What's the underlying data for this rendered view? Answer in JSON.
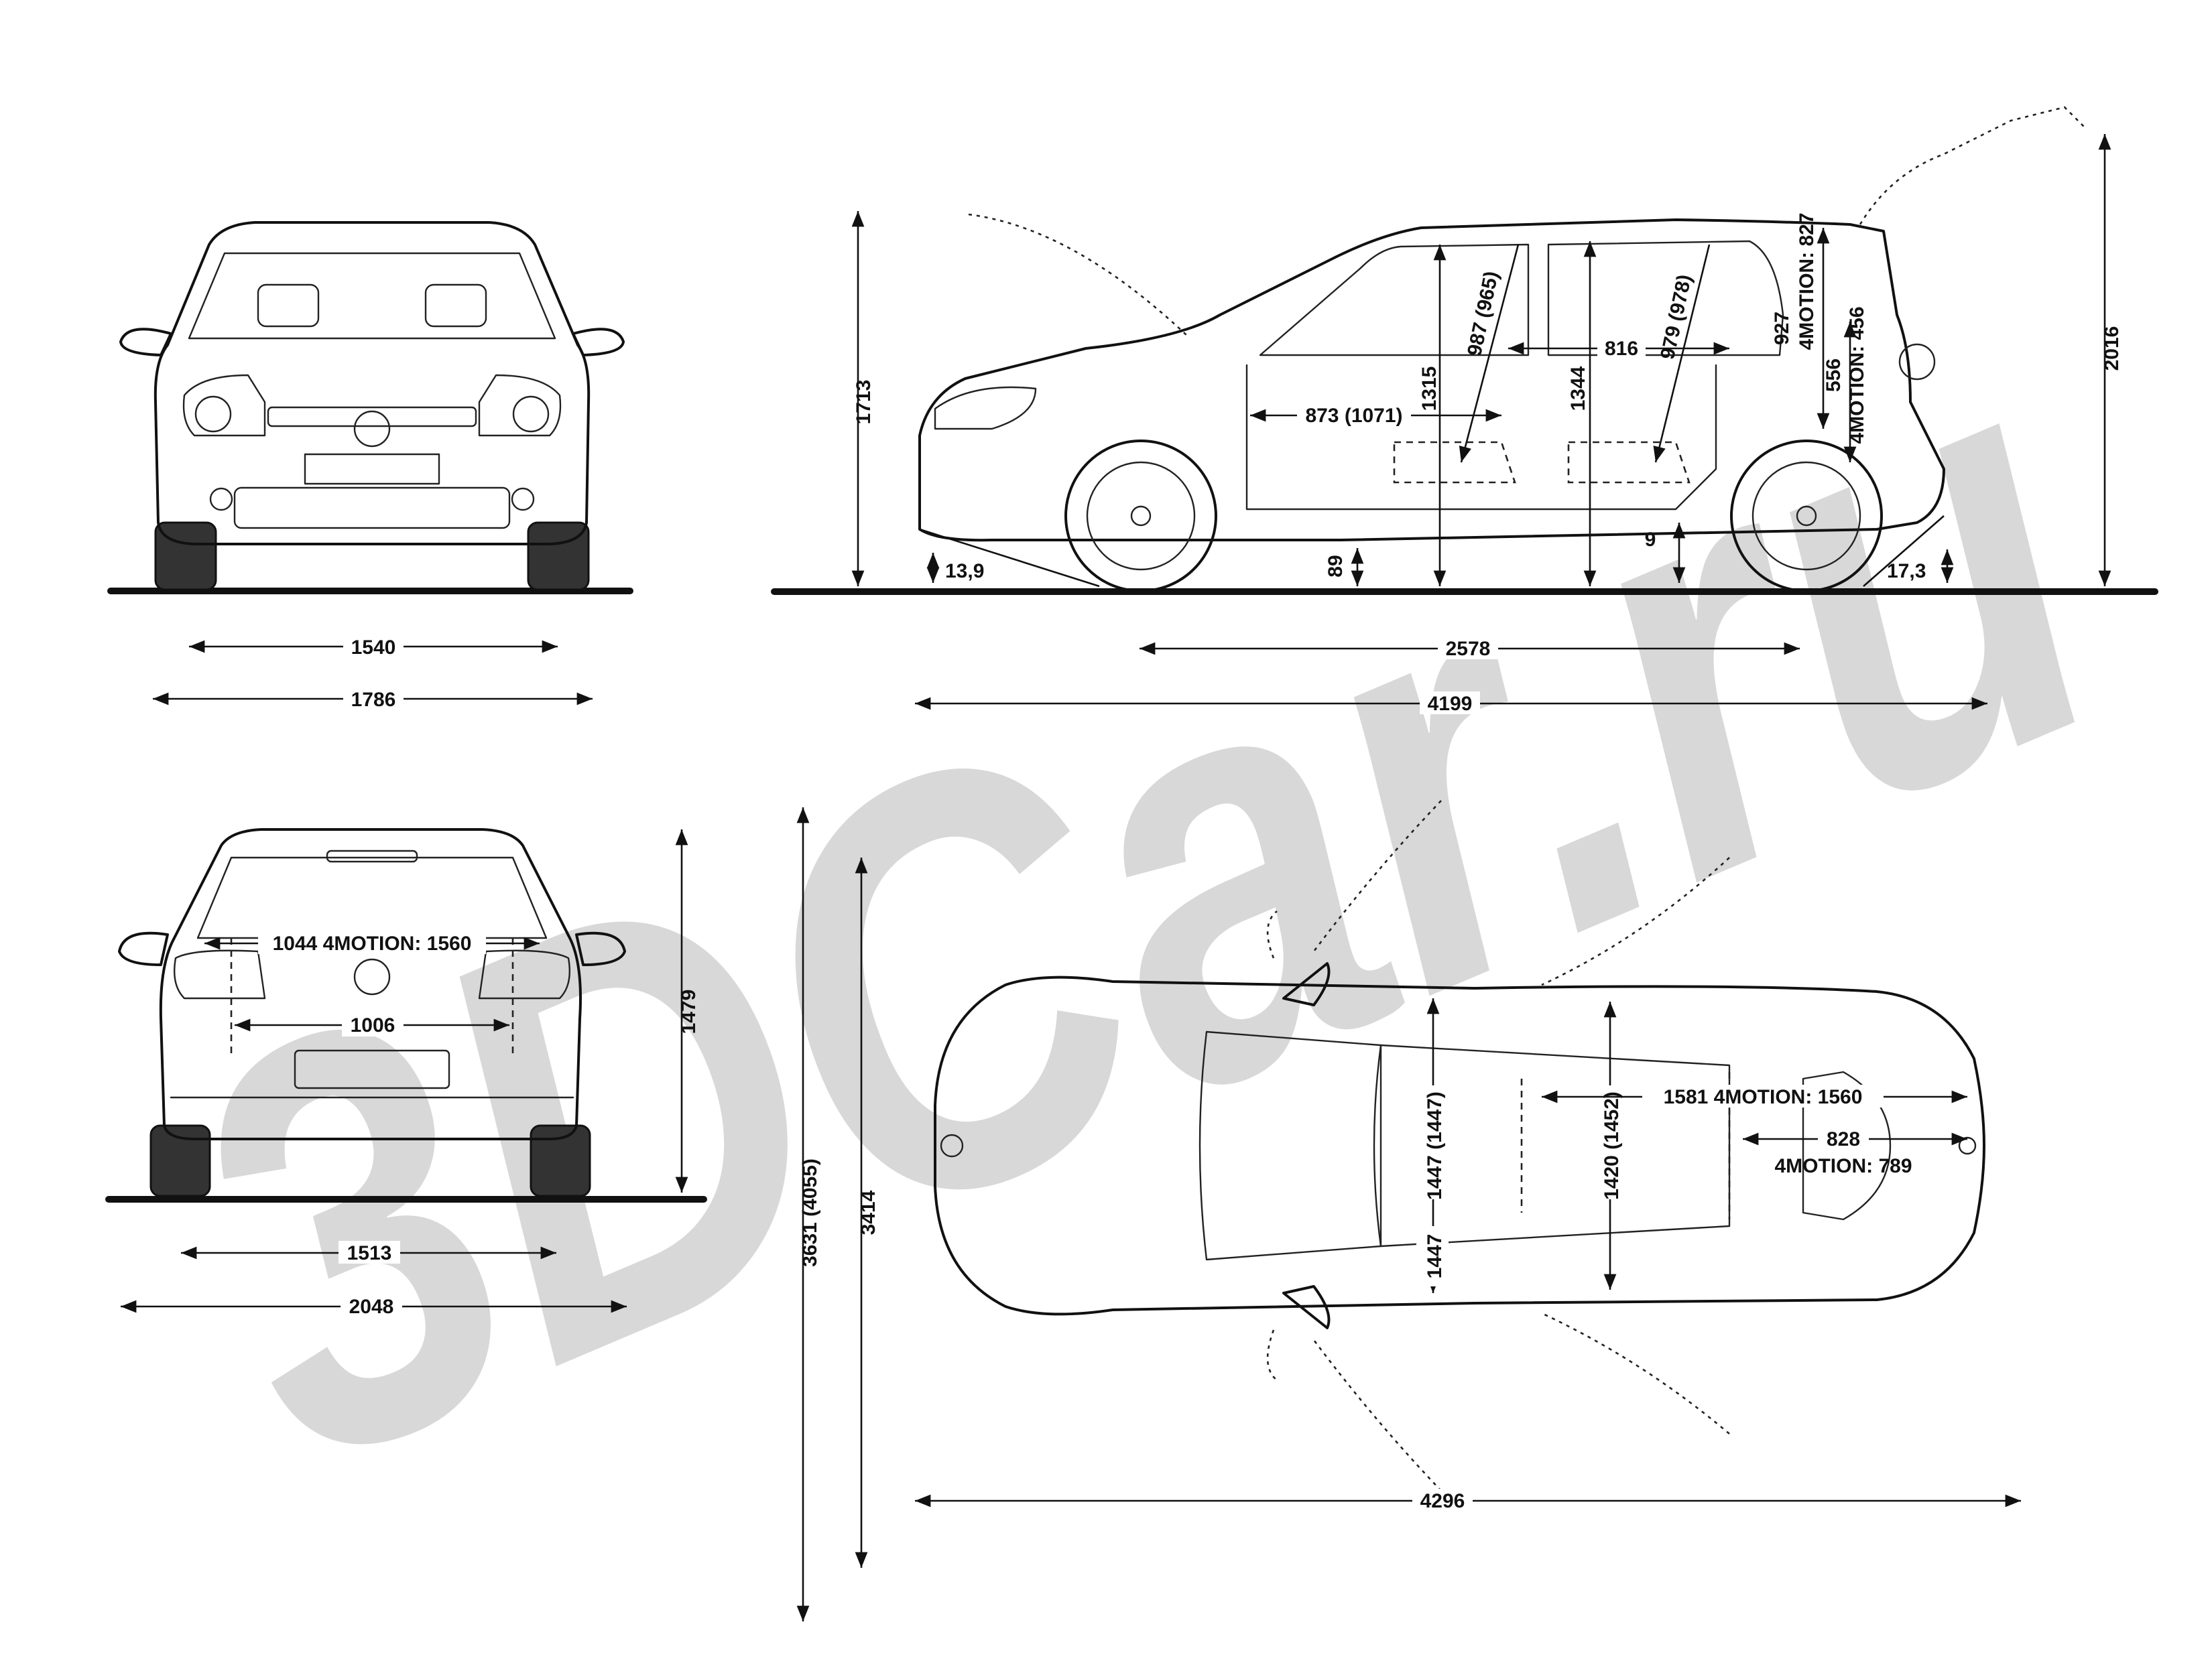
{
  "watermark": "3DCar.ru",
  "front_view": {
    "track_width": "1540",
    "overall_width": "1786"
  },
  "rear_view": {
    "inner_width_label": "1044 4MOTION: 1560",
    "load_sill_width": "1006",
    "height": "1479",
    "track_width": "1513",
    "width_with_mirrors": "2048"
  },
  "side_view": {
    "height": "1713",
    "boot_open_height": "2016",
    "front_overhang_angle": "13,9",
    "rear_overhang_angle": "17,3",
    "ground_clearance": "89",
    "front_seat_headroom": "1315",
    "front_legroom": "987 (965)",
    "interior_height": "1344",
    "rear_legroom": "979 (978)",
    "rear_knee_room": "816",
    "rear_headroom": "927",
    "rear_headroom_4motion": "4MOTION: 827",
    "load_height": "556",
    "load_height_4motion": "4MOTION: 456",
    "seat_distance": "873 (1071)",
    "sill_step": "9",
    "wheelbase": "2578",
    "length": "4199"
  },
  "top_view": {
    "front_shoulder_width": "1447 (1447)",
    "front_elbow_width": "1447",
    "rear_width": "1420 (1452)",
    "load_length": "1581 4MOTION: 1560",
    "load_floor_length": "828",
    "load_floor_length_4motion": "4MOTION: 789",
    "width_with_doors": "3631 (4055)",
    "width_doors_open": "3414",
    "length_doors_open": "4296"
  }
}
